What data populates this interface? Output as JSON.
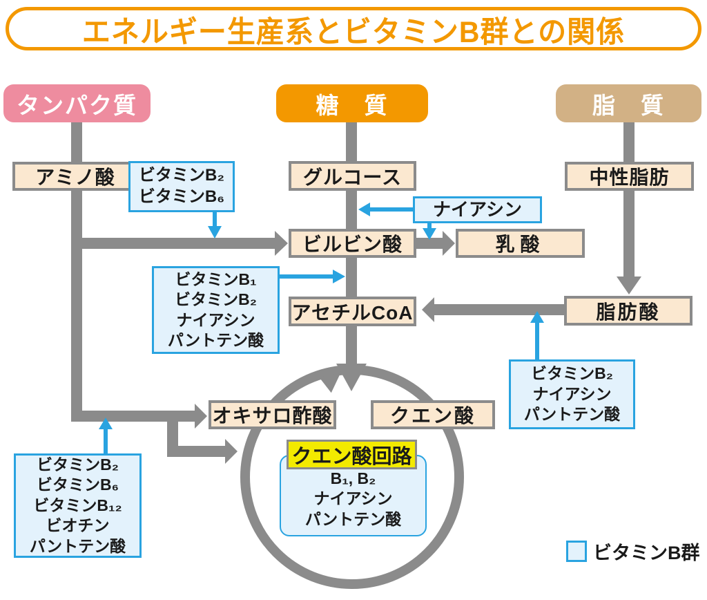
{
  "title": "エネルギー生産系とビタミンB群との関係",
  "headers": {
    "protein": "タンパク質",
    "carbohydrate": "糖　質",
    "lipid": "脂　質"
  },
  "nodes": {
    "amino_acid": "アミノ酸",
    "glucose": "グルコース",
    "neutral_fat": "中性脂肪",
    "pyruvic_acid": "ビルビン酸",
    "lactic_acid": "乳酸",
    "acetyl_coa": "アセチルCoA",
    "fatty_acid": "脂肪酸",
    "oxaloacetic_acid": "オキサロ酢酸",
    "citric_acid": "クエン酸",
    "citric_acid_cycle_label": "クエン酸回路"
  },
  "vitamin_boxes": {
    "top_left": [
      "ビタミンB₂",
      "ビタミンB₆"
    ],
    "niacin": [
      "ナイアシン"
    ],
    "mid_left": [
      "ビタミンB₁",
      "ビタミンB₂",
      "ナイアシン",
      "パントテン酸"
    ],
    "right": [
      "ビタミンB₂",
      "ナイアシン",
      "パントテン酸"
    ],
    "bottom_left": [
      "ビタミンB₂",
      "ビタミンB₆",
      "ビタミンB₁₂",
      "ビオチン",
      "パントテン酸"
    ],
    "cycle_inner": [
      "B₁, B₂",
      "ナイアシン",
      "パントテン酸"
    ]
  },
  "legend": {
    "label": "ビタミンB群"
  },
  "colors": {
    "orange": "#F39800",
    "pink": "#EE8C9F",
    "tan": "#D2B185",
    "beige": "#FBE8D0",
    "lightblue": "#E3F2FC",
    "blue": "#29A3E0",
    "gray": "#8B8B8B",
    "yellow": "#F3EA00"
  }
}
